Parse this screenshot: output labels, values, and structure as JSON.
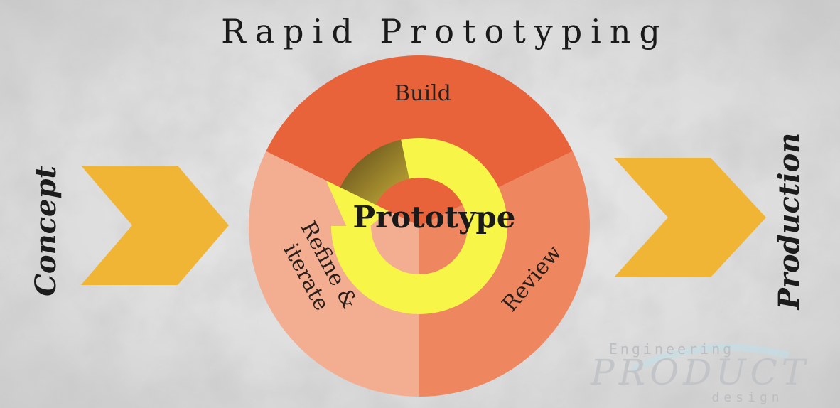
{
  "title": "Rapid Prototyping",
  "left_label": "Concept",
  "right_label": "Production",
  "center_label": "Prototype",
  "segments": {
    "build": "Build",
    "review": "Review",
    "refine_line1": "Refine &",
    "refine_line2": "iterate"
  },
  "logo": {
    "top": "Engineering",
    "main": "PRODUCT",
    "bottom": "design"
  },
  "colors": {
    "build": "#e8623a",
    "review": "#ee8660",
    "refine": "#f3ae92",
    "ring": "#f7f548",
    "chevron": "#f1b536"
  }
}
